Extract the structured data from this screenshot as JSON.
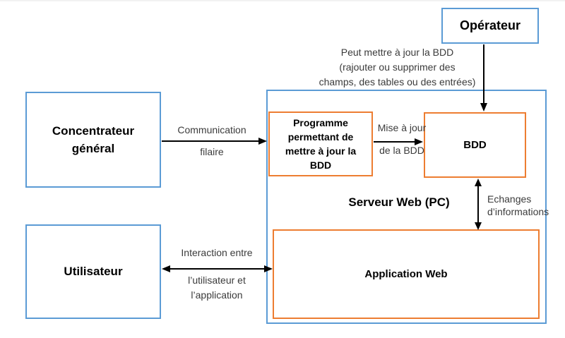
{
  "diagram": {
    "colors": {
      "blue_border": "#5B9BD5",
      "orange_border": "#ED7D31",
      "arrow": "#000000",
      "label_text": "#3b3b3b"
    },
    "nodes": {
      "operateur": "Opérateur",
      "concentrateur": "Concentrateur général",
      "utilisateur": "Utilisateur",
      "serveur_web": "Serveur Web (PC)",
      "programme": "Programme permettant de mettre à jour la BDD",
      "bdd": "BDD",
      "application_web": "Application Web"
    },
    "edge_labels": {
      "peut_mettre": {
        "line1": "Peut mettre à jour la BDD",
        "line2": "(rajouter ou supprimer des",
        "line3": "champs, des tables ou des entrées)"
      },
      "communication": {
        "line1": "Communication",
        "line2": "filaire"
      },
      "mise_a_jour": {
        "line1": "Mise à jour",
        "line2": "de la BDD"
      },
      "echanges": {
        "line1": "Echanges",
        "line2": "d’informations"
      },
      "interaction": {
        "line1": "Interaction entre",
        "line2": "l’utilisateur et",
        "line3": "l’application"
      }
    }
  }
}
